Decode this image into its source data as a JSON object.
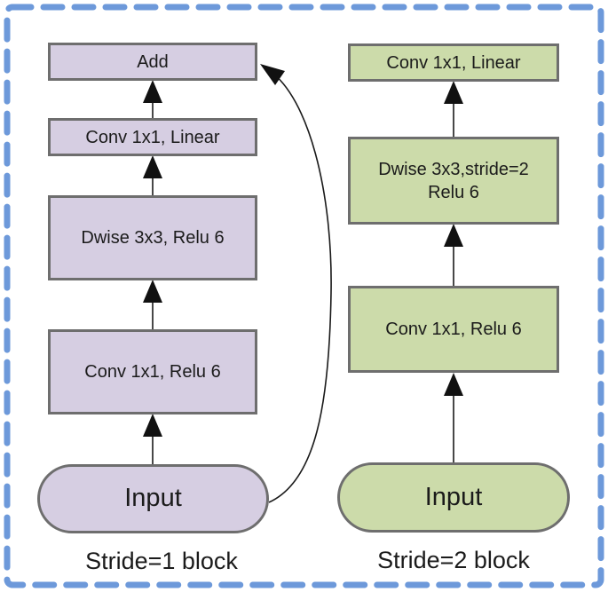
{
  "figure": {
    "left_block": {
      "caption": "Stride=1 block",
      "fill_color": "#d6cee2",
      "nodes": {
        "add": "Add",
        "conv_linear": "Conv 1x1, Linear",
        "dwise": "Dwise 3x3, Relu 6",
        "conv_relu": "Conv 1x1, Relu 6",
        "input": "Input"
      },
      "has_skip_connection": true
    },
    "right_block": {
      "caption": "Stride=2 block",
      "fill_color": "#ccdbaa",
      "nodes": {
        "conv_linear": "Conv 1x1, Linear",
        "dwise_line1": "Dwise 3x3,stride=2",
        "dwise_line2": "Relu 6",
        "conv_relu": "Conv 1x1, Relu 6",
        "input": "Input"
      }
    },
    "colors": {
      "dashed_border": "#6d99da",
      "node_border": "#6e6e6e",
      "arrow": "#1a1a1a",
      "text": "#1b1b1b",
      "background": "#ffffff"
    }
  }
}
